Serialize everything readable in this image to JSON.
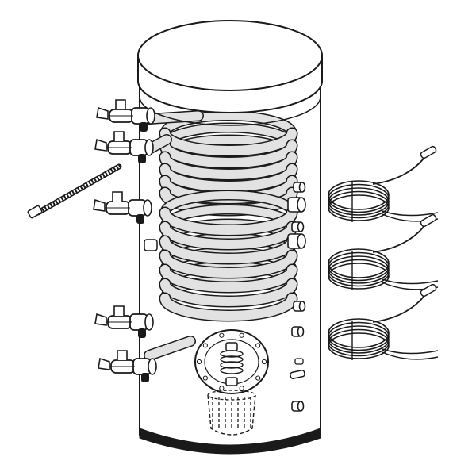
{
  "figure": {
    "subject": "",
    "components": {
      "tank": {
        "icon": "cylinder-tank-icon"
      },
      "lid": {
        "icon": "tank-lid-icon"
      },
      "upper_coil": {
        "icon": "heat-exchanger-coil-icon",
        "turns": 6
      },
      "lower_coil": {
        "icon": "heat-exchanger-coil-icon",
        "turns": 7
      },
      "left_valves": {
        "icon": "ball-valve-icon",
        "count": 5
      },
      "flex_hose": {
        "icon": "flexible-hose-icon"
      },
      "right_ports": {
        "icon": "threaded-port-icon",
        "count": 7
      },
      "sensors": {
        "icon": "temperature-sensor-coil-icon",
        "count": 3
      },
      "flange_heater": {
        "icon": "immersion-heater-flange-icon"
      }
    },
    "colors": {
      "outline": "#1a1a1a",
      "tank_fill": "#ffffff",
      "coil_fill": "#e2e2e2",
      "base": "#1a1a1a"
    }
  }
}
